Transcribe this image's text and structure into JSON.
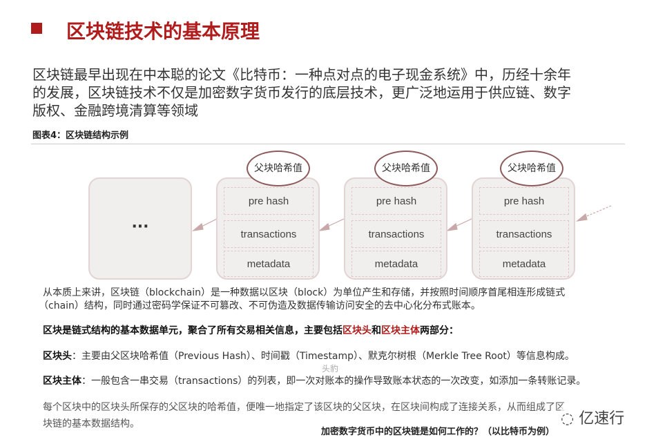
{
  "title": "区块链技术的基本原理",
  "intro": [
    "区块链最早出现在中本聪的论文《比特币：一种点对点的电子现金系统》中，历经十余年",
    "的发展，区块链技术不仅是加密数字货币发行的底层技术，更广泛地运用于供应链、数字",
    "版权、金融跨境清算等领域"
  ],
  "figure": {
    "caption": "图表4：区块链结构示例",
    "ellipsis": "···",
    "bubble": "父块哈希值",
    "cells": [
      "pre hash",
      "transactions",
      "metadata"
    ]
  },
  "body": {
    "p1": [
      "从本质上来讲，区块链（blockchain）是一种数据以区块（block）为单位产生和存储，并按照时间顺序首尾相连形成链式",
      "（chain）结构，同时通过密码学保证不可篡改、不可伪造及数据传输访问安全的去中心化分布式账本。"
    ],
    "p2_pre": "区块是链式结构的基本数据单元，聚合了所有交易相关信息，主要包括",
    "p2_h1": "区块头",
    "p2_and": "和",
    "p2_h2": "区块主体",
    "p2_post": "两部分：",
    "head_label": "区块头",
    "head_text": "：主要由父区块哈希值（Previous Hash）、时间戳（Timestamp）、默克尔树根（Merkle Tree Root）等信息构成。",
    "source": "头豹",
    "main_label": "区块主体",
    "main_text": "：一般包含一串交易（transactions）的列表，即一次对账本的操作导致账本状态的一次改变，如添加一条转账记录。",
    "p3": [
      "每个区块中的区块头所保存的父区块的哈希值，便唯一地指定了该区块的父区块，在区块间构成了连接关系，从而组成了区",
      "块链的基本数据结构。"
    ],
    "footer": "加密数字货币中的区块链是如何工作的？（以比特币为例）"
  },
  "watermark": "亿速行"
}
